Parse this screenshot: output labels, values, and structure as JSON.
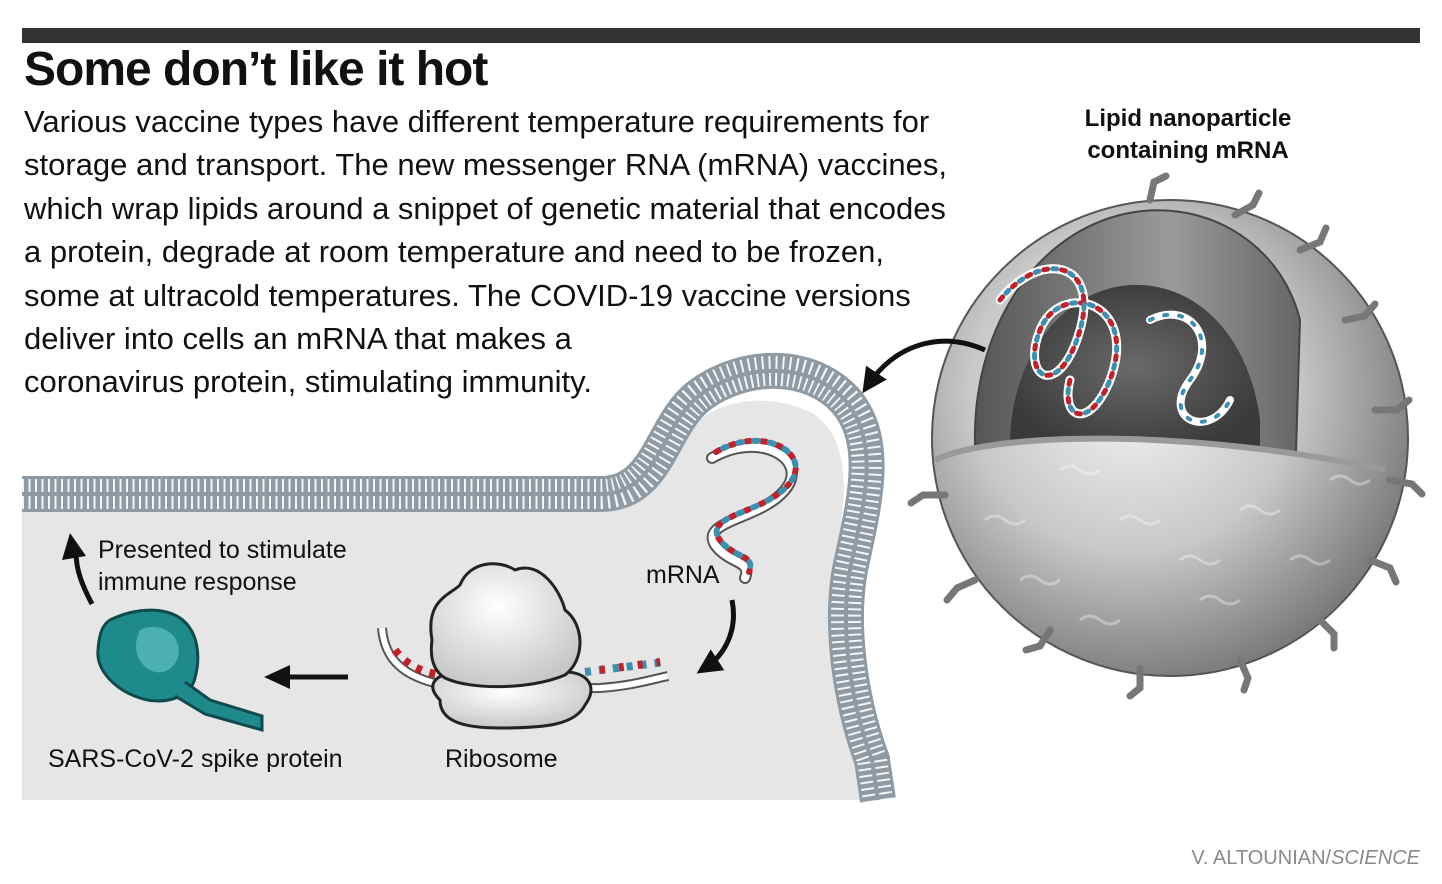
{
  "header": {
    "title": "Some don’t like it hot",
    "body_lines": [
      "Various vaccine types have different temperature requirements for",
      "storage and transport. The new messenger RNA (mRNA) vaccines,",
      "which wrap lipids around a snippet of genetic material that encodes",
      "a protein, degrade at room temperature and need to be frozen,",
      "some at ultracold temperatures. The COVID-19 vaccine versions",
      "deliver into cells an mRNA that makes a",
      "coronavirus protein, stimulating immunity."
    ]
  },
  "labels": {
    "lipid_nanoparticle": [
      "Lipid nanoparticle",
      "containing mRNA"
    ],
    "mrna": "mRNA",
    "ribosome": "Ribosome",
    "spike_protein": "SARS-CoV-2 spike protein",
    "presented": [
      "Presented to stimulate",
      "immune response"
    ]
  },
  "credit": {
    "author": "V. ALTOUNIAN/",
    "publication": "SCIENCE"
  },
  "colors": {
    "membrane": "#8f9aa3",
    "cytoplasm": "#e6e6e6",
    "rna_red": "#c0212b",
    "rna_blue": "#3d8fb0",
    "protein_teal": "#1f8a8c",
    "bar": "#333333"
  }
}
